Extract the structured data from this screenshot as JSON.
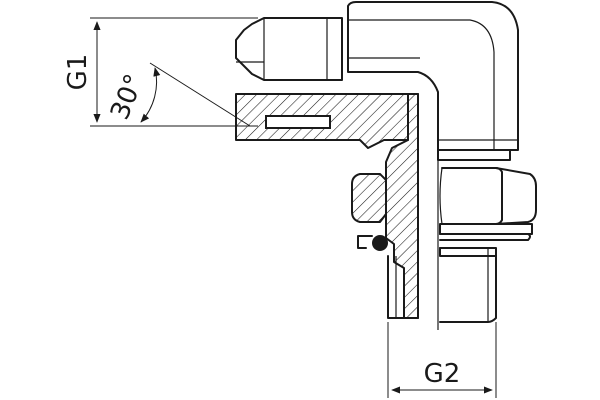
{
  "dimensions": {
    "thread_1": "G1",
    "thread_2": "G2",
    "cone_angle": "30°"
  },
  "colors": {
    "line": "#1a1a1a",
    "background": "#ffffff"
  }
}
